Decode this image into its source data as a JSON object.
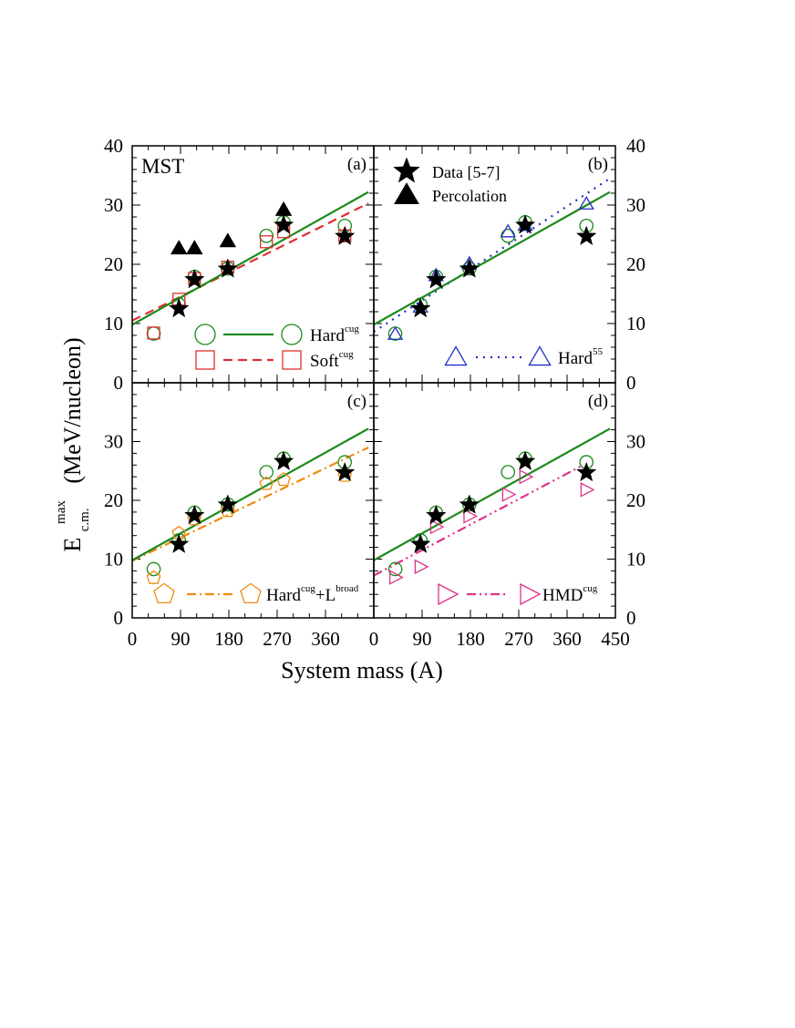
{
  "axis_labels": {
    "x": "System mass (A)",
    "y_main": "E",
    "y_sub": "c.m.",
    "y_sup": "max",
    "y_unit": "(MeV/nucleon)"
  },
  "chart_data": [
    {
      "panel": "(a)",
      "type": "scatter",
      "title": "MST",
      "xlim": [
        0,
        450
      ],
      "ylim": [
        0,
        40
      ],
      "x_ticks": [
        "0",
        "90",
        "180",
        "270",
        "360",
        "450"
      ],
      "y_ticks": [
        "0",
        "10",
        "20",
        "30",
        "40"
      ],
      "series": [
        {
          "name": "Hard",
          "sup": "cug",
          "marker": "circle",
          "color": "#1a8a1a",
          "points": [
            [
              40,
              8.3
            ],
            [
              87,
              13.2
            ],
            [
              116,
              17.9
            ],
            [
              178,
              19.3
            ],
            [
              250,
              24.8
            ],
            [
              282,
              27.1
            ],
            [
              396,
              26.5
            ]
          ],
          "fit": {
            "style": "solid",
            "x": [
              0,
              440
            ],
            "y": [
              9.8,
              32.2
            ]
          }
        },
        {
          "name": "Soft",
          "sup": "cug",
          "marker": "square",
          "color": "#e03030",
          "points": [
            [
              40,
              8.4
            ],
            [
              87,
              14.1
            ],
            [
              116,
              17.6
            ],
            [
              178,
              19.5
            ],
            [
              250,
              23.8
            ],
            [
              282,
              25.5
            ],
            [
              396,
              24.8
            ]
          ],
          "fit": {
            "style": "dashed",
            "x": [
              0,
              440
            ],
            "y": [
              10.5,
              30.3
            ]
          }
        },
        {
          "name": "Data [5-7]",
          "marker": "star",
          "color": "#000000",
          "points": [
            [
              87,
              12.5
            ],
            [
              116,
              17.4
            ],
            [
              178,
              19.2
            ],
            [
              282,
              26.6
            ],
            [
              396,
              24.7
            ]
          ]
        },
        {
          "name": "Percolation",
          "marker": "triangle-filled",
          "color": "#000000",
          "points": [
            [
              87,
              22.7
            ],
            [
              116,
              22.7
            ],
            [
              178,
              23.9
            ],
            [
              282,
              29.2
            ]
          ]
        }
      ]
    },
    {
      "panel": "(b)",
      "type": "scatter",
      "xlim": [
        0,
        450
      ],
      "ylim": [
        0,
        40
      ],
      "x_ticks": [
        "0",
        "90",
        "180",
        "270",
        "360",
        "450"
      ],
      "y_ticks": [
        "0",
        "10",
        "20",
        "30",
        "40"
      ],
      "series": [
        {
          "name": "Hard",
          "sup": "cug",
          "marker": "circle",
          "color": "#1a8a1a",
          "points": [
            [
              40,
              8.3
            ],
            [
              87,
              13.2
            ],
            [
              116,
              17.9
            ],
            [
              178,
              19.3
            ],
            [
              250,
              24.8
            ],
            [
              282,
              27.1
            ],
            [
              396,
              26.5
            ]
          ],
          "fit": {
            "style": "solid",
            "x": [
              0,
              440
            ],
            "y": [
              9.8,
              32.2
            ]
          }
        },
        {
          "name": "Hard",
          "sup": "55",
          "marker": "triangle",
          "color": "#2030c0",
          "points": [
            [
              40,
              8.2
            ],
            [
              87,
              12.8
            ],
            [
              116,
              18.1
            ],
            [
              178,
              20.1
            ],
            [
              250,
              25.5
            ],
            [
              282,
              26.6
            ],
            [
              396,
              30.2
            ]
          ],
          "fit": {
            "style": "dotted",
            "x": [
              0,
              440
            ],
            "y": [
              8.6,
              34.5
            ]
          }
        },
        {
          "name": "Data [5-7]",
          "marker": "star",
          "color": "#000000",
          "points": [
            [
              87,
              12.5
            ],
            [
              116,
              17.4
            ],
            [
              178,
              19.2
            ],
            [
              282,
              26.6
            ],
            [
              396,
              24.7
            ]
          ]
        },
        {
          "name": "Percolation",
          "marker": "triangle-filled",
          "color": "#000000",
          "points": []
        }
      ]
    },
    {
      "panel": "(c)",
      "type": "scatter",
      "xlim": [
        0,
        450
      ],
      "ylim": [
        0,
        40
      ],
      "x_ticks": [
        "0",
        "90",
        "180",
        "270",
        "360",
        "450"
      ],
      "y_ticks": [
        "0",
        "10",
        "20",
        "30",
        "40"
      ],
      "series": [
        {
          "name": "Hard",
          "sup": "cug",
          "marker": "circle",
          "color": "#1a8a1a",
          "points": [
            [
              40,
              8.3
            ],
            [
              87,
              13.2
            ],
            [
              116,
              17.9
            ],
            [
              178,
              19.3
            ],
            [
              250,
              24.8
            ],
            [
              282,
              27.1
            ],
            [
              396,
              26.5
            ]
          ],
          "fit": {
            "style": "solid",
            "x": [
              0,
              440
            ],
            "y": [
              9.8,
              32.2
            ]
          }
        },
        {
          "name": "Hard",
          "sup": "cug",
          "extra": "+L",
          "extra_sup": "broad",
          "marker": "pentagon",
          "color": "#f08a10",
          "points": [
            [
              40,
              6.8
            ],
            [
              87,
              14.4
            ],
            [
              116,
              16.8
            ],
            [
              178,
              18.2
            ],
            [
              250,
              22.8
            ],
            [
              282,
              23.5
            ],
            [
              396,
              24.2
            ]
          ],
          "fit": {
            "style": "dashdot",
            "x": [
              0,
              440
            ],
            "y": [
              9.7,
              29.0
            ]
          }
        },
        {
          "name": "Data [5-7]",
          "marker": "star",
          "color": "#000000",
          "points": [
            [
              87,
              12.5
            ],
            [
              116,
              17.4
            ],
            [
              178,
              19.2
            ],
            [
              282,
              26.6
            ],
            [
              396,
              24.7
            ]
          ]
        }
      ]
    },
    {
      "panel": "(d)",
      "type": "scatter",
      "xlim": [
        0,
        450
      ],
      "ylim": [
        0,
        40
      ],
      "x_ticks": [
        "0",
        "90",
        "180",
        "270",
        "360",
        "450"
      ],
      "y_ticks": [
        "0",
        "10",
        "20",
        "30",
        "40"
      ],
      "series": [
        {
          "name": "Hard",
          "sup": "cug",
          "marker": "circle",
          "color": "#1a8a1a",
          "points": [
            [
              40,
              8.3
            ],
            [
              87,
              13.2
            ],
            [
              116,
              17.9
            ],
            [
              178,
              19.3
            ],
            [
              250,
              24.8
            ],
            [
              282,
              27.1
            ],
            [
              396,
              26.5
            ]
          ],
          "fit": {
            "style": "solid",
            "x": [
              0,
              440
            ],
            "y": [
              9.8,
              32.2
            ]
          }
        },
        {
          "name": "HMD",
          "sup": "cug",
          "marker": "triangle-right",
          "color": "#e0308a",
          "points": [
            [
              40,
              6.9
            ],
            [
              87,
              8.7
            ],
            [
              116,
              15.5
            ],
            [
              178,
              17.3
            ],
            [
              250,
              21.0
            ],
            [
              282,
              24.0
            ],
            [
              396,
              21.8
            ]
          ],
          "fit": {
            "style": "dashdotdot",
            "x": [
              0,
              390
            ],
            "y": [
              7.2,
              26.0
            ]
          }
        },
        {
          "name": "Data [5-7]",
          "marker": "star",
          "color": "#000000",
          "points": [
            [
              87,
              12.5
            ],
            [
              116,
              17.4
            ],
            [
              178,
              19.2
            ],
            [
              282,
              26.6
            ],
            [
              396,
              24.7
            ]
          ]
        }
      ]
    }
  ]
}
